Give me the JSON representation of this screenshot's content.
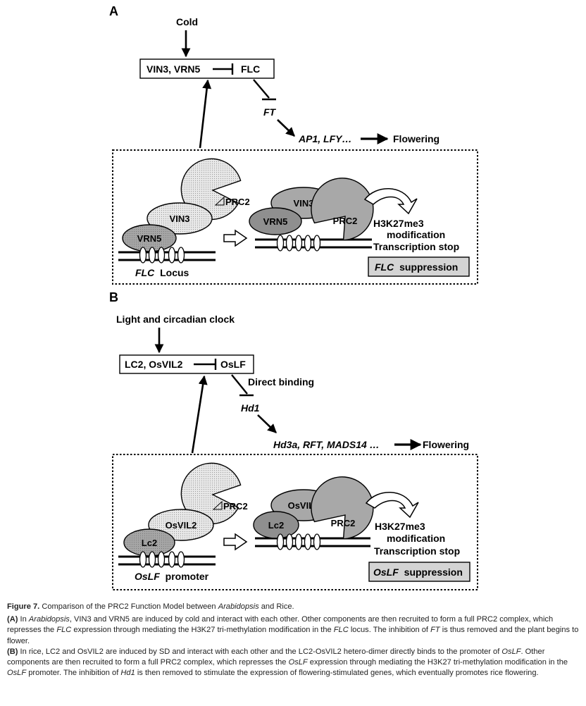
{
  "panel_a": {
    "label": "A",
    "input": "Cold",
    "box_left": "VIN3, VRN5",
    "box_right": "FLC",
    "ft": "FT",
    "downstream": "AP1, LFY…",
    "outcome": "Flowering",
    "prc2_free": "PRC2",
    "vin3": "VIN3",
    "vrn5": "VRN5",
    "locus_gene": "FLC",
    "locus_word": "Locus",
    "vin3_b": "VIN3",
    "vrn5_b": "VRN5",
    "prc2_b": "PRC2",
    "mark_1": "H3K27me3",
    "mark_2": "modification",
    "mark_3": "Transcription stop",
    "supp_gene": "FLC",
    "supp_word": "suppression"
  },
  "panel_b": {
    "label": "B",
    "input": "Light and circadian clock",
    "box_left": "LC2, OsVIL2",
    "box_right": "OsLF",
    "binding": "Direct binding",
    "hd1": "Hd1",
    "downstream": "Hd3a, RFT, MADS14 …",
    "outcome": "Flowering",
    "prc2_free": "PRC2",
    "osvil2": "OsVIL2",
    "lc2": "Lc2",
    "promoter_gene": "OsLF",
    "promoter_word": "promoter",
    "osvil2_b": "OsVIL2",
    "lc2_b": "Lc2",
    "prc2_b": "PRC2",
    "mark_1": "H3K27me3",
    "mark_2": "modification",
    "mark_3": "Transcription stop",
    "supp_gene": "OsLF",
    "supp_word": "suppression"
  },
  "caption": {
    "title_label": "Figure 7.",
    "title_t1": "Comparison of the PRC2 Function Model between",
    "title_i1": "Arabidopsis",
    "title_t2": "and Rice.",
    "a_label": "(A)",
    "a_t1": "In",
    "a_i1": "Arabidopsis",
    "a_t2": ", VIN3 and VRN5 are induced by cold and interact with each other. Other components are then recruited to form a full PRC2 complex, which represses the",
    "a_i2": "FLC",
    "a_t3": "expression through mediating the H3K27 tri-methylation modification in the",
    "a_i3": "FLC",
    "a_t4": "locus. The inhibition of",
    "a_i4": "FT",
    "a_t5": "is thus removed and the plant begins to flower.",
    "b_label": "(B)",
    "b_t1": "In rice, LC2 and OsVIL2 are induced by SD and interact with each other and the LC2-OsVIL2 hetero-dimer directly binds to the promoter of",
    "b_i1": "OsLF",
    "b_t2": ". Other components are then recruited to form a full PRC2 complex, which represses the",
    "b_i2": "OsLF",
    "b_t3": "expression through mediating the H3K27 tri-methylation modification in the",
    "b_i3": "OsLF",
    "b_t4": "promoter. The inhibition of",
    "b_i4": "Hd1",
    "b_t5": "is then removed to stimulate the expression of flowering-stimulated genes, which eventually promotes rice flowering."
  },
  "colors": {
    "light_fill": "#e4e4e4",
    "dark_fill": "#a8a8a8",
    "suppression_fill": "#d4d4d4",
    "stroke": "#000000"
  }
}
